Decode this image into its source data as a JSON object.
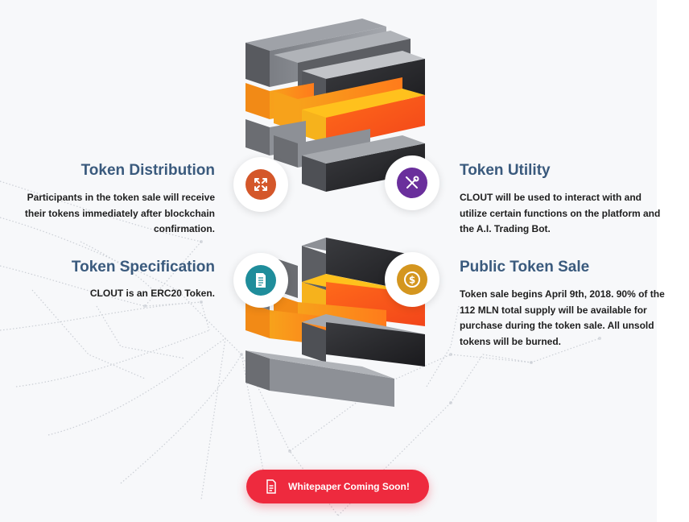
{
  "features": {
    "distribution": {
      "title": "Token Distribution",
      "lines": [
        "Participants in the token sale will receive",
        "their tokens immediately after blockchain",
        "confirmation."
      ],
      "icon": "arrows-icon",
      "color": "#d4572a"
    },
    "utility": {
      "title": "Token Utility",
      "lines": [
        "CLOUT will be used to interact with and",
        "utilize certain functions on the platform and",
        "the A.I. Trading Bot."
      ],
      "icon": "tools-icon",
      "color": "#6a2f9c"
    },
    "specification": {
      "title": "Token Specification",
      "lines": [
        "CLOUT is an ERC20 Token."
      ],
      "icon": "document-icon",
      "color": "#1f8d9b"
    },
    "sale": {
      "title": "Public Token Sale",
      "lines": [
        "Token sale begins April 9th, 2018. 90% of the",
        "112 MLN total supply will be available for",
        "purchase during the token sale. All unsold",
        "tokens will be burned."
      ],
      "icon": "coin-dollar-icon",
      "color": "#d4961f"
    }
  },
  "cta": {
    "label": "Whitepaper Coming Soon!",
    "icon": "document-icon",
    "color": "#ee2a3e"
  },
  "colors": {
    "title": "#3a5a7d",
    "orange": "#f7a21b",
    "red_orange": "#f25a1a",
    "grey": "#4b4c50"
  }
}
